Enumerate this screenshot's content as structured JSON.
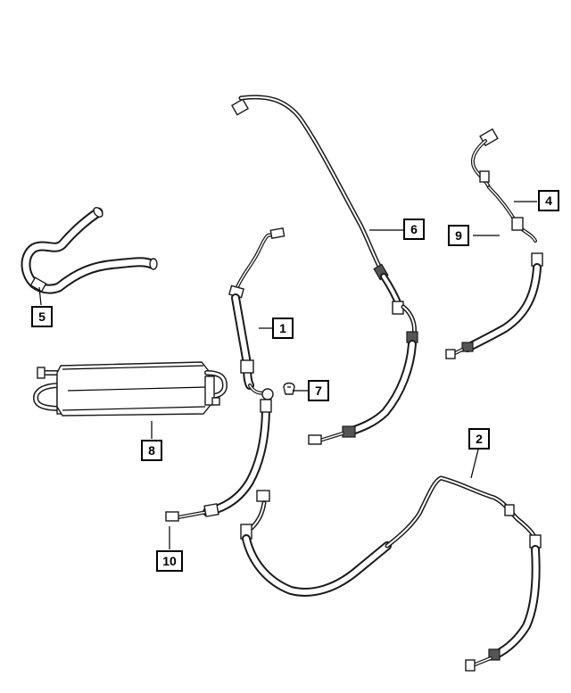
{
  "diagram": {
    "colors": {
      "line": "#1a1a1a",
      "background": "#ffffff"
    },
    "callouts": [
      {
        "id": "1",
        "label": "1"
      },
      {
        "id": "2",
        "label": "2"
      },
      {
        "id": "4",
        "label": "4"
      },
      {
        "id": "5",
        "label": "5"
      },
      {
        "id": "6",
        "label": "6"
      },
      {
        "id": "7",
        "label": "7"
      },
      {
        "id": "8",
        "label": "8"
      },
      {
        "id": "9",
        "label": "9"
      },
      {
        "id": "10",
        "label": "10"
      }
    ]
  }
}
